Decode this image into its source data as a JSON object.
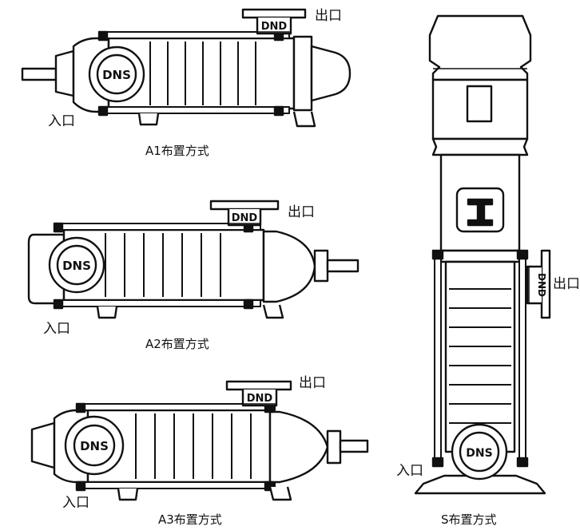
{
  "diagram": {
    "pumps": [
      {
        "id": "A1",
        "caption": "A1布置方式",
        "inlet_label": "入口",
        "outlet_label": "出口",
        "suction_tag": "DNS",
        "discharge_tag": "DND"
      },
      {
        "id": "A2",
        "caption": "A2布置方式",
        "inlet_label": "入口",
        "outlet_label": "出口",
        "suction_tag": "DNS",
        "discharge_tag": "DND"
      },
      {
        "id": "A3",
        "caption": "A3布置方式",
        "inlet_label": "入口",
        "outlet_label": "出口",
        "suction_tag": "DNS",
        "discharge_tag": "DND"
      },
      {
        "id": "S",
        "caption": "S布置方式",
        "inlet_label": "入口",
        "outlet_label": "出口",
        "suction_tag": "DNS",
        "discharge_tag": "DND"
      }
    ],
    "line_color": "#111111",
    "fill_color": "#ffffff"
  }
}
